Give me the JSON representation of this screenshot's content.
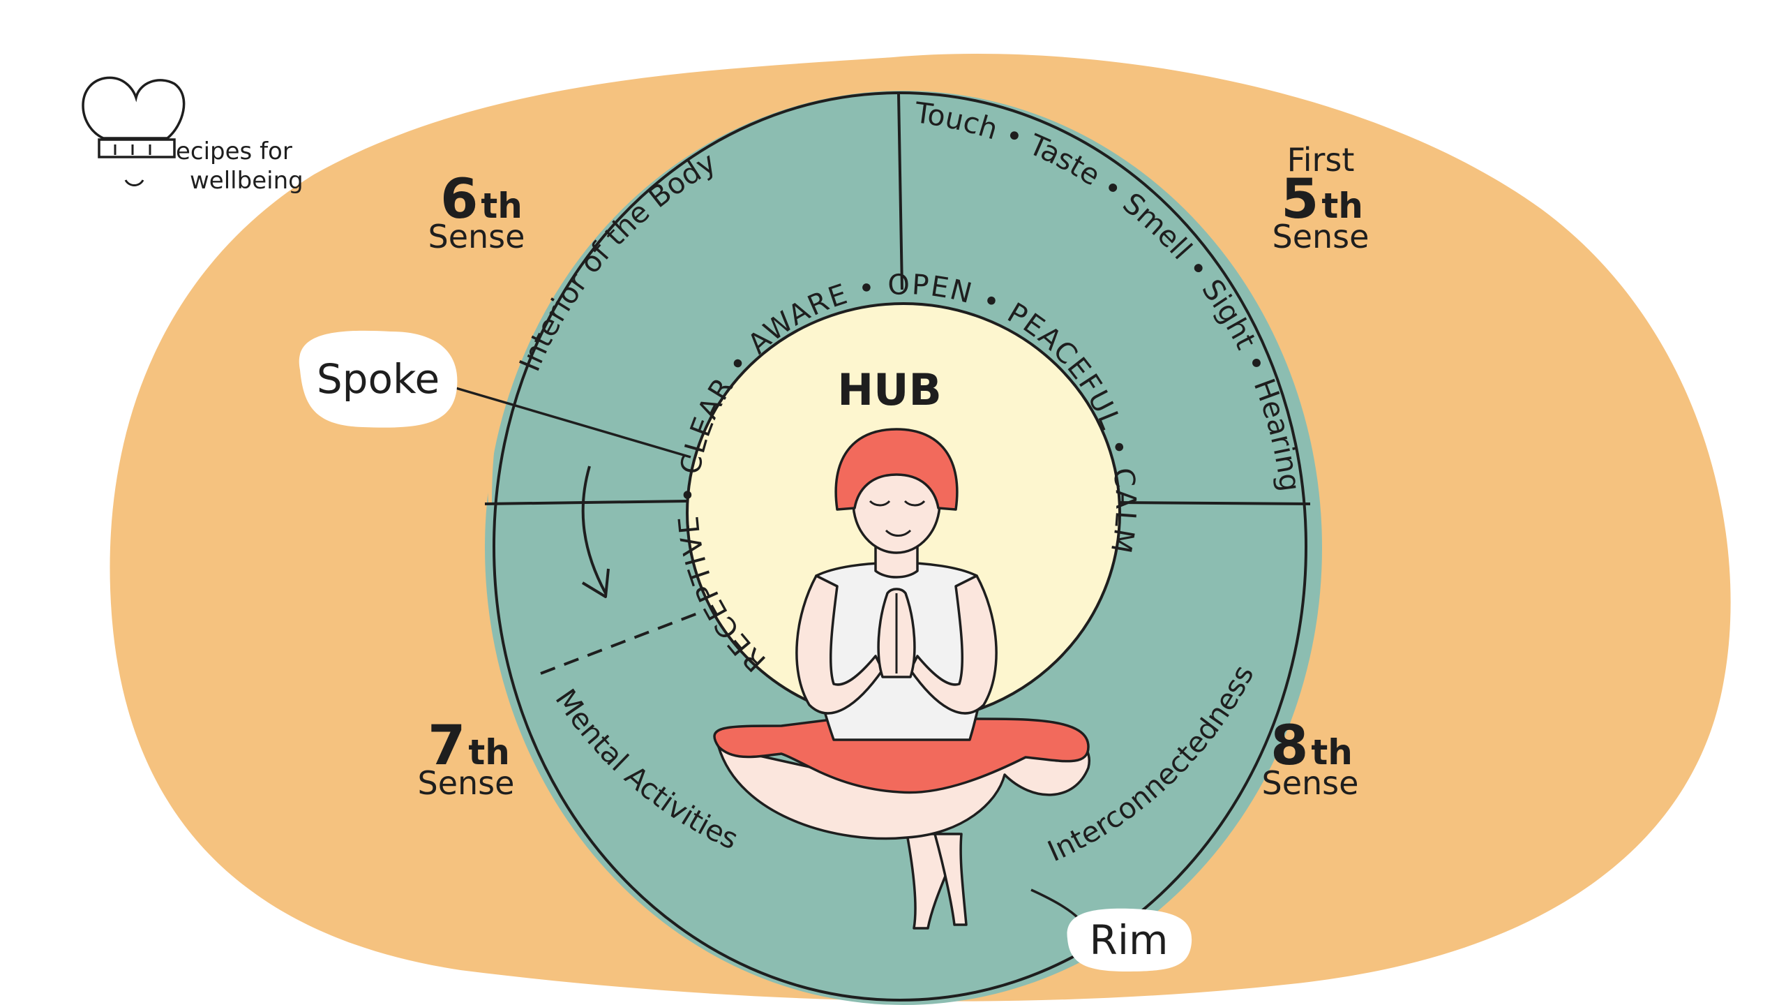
{
  "logo": {
    "line1": "ecipes for",
    "line2": "wellbeing"
  },
  "senses": {
    "sixth": {
      "number": "6",
      "suffix": "th",
      "word": "Sense"
    },
    "first5": {
      "prefix": "First",
      "number": "5",
      "suffix": "th",
      "word": "Sense"
    },
    "seventh": {
      "number": "7",
      "suffix": "th",
      "word": "Sense"
    },
    "eighth": {
      "number": "8",
      "suffix": "th",
      "word": "Sense"
    }
  },
  "rim_segments": {
    "interior": "Interior of the Body",
    "five_senses": "Touch • Taste • Smell • Sight • Hearing",
    "mental": "Mental Activities",
    "interconnected": "Interconnectedness"
  },
  "hub": {
    "title": "HUB",
    "qualities": "RECEPTIVE • CLEAR • AWARE • OPEN • PEACEFUL • CALM"
  },
  "callouts": {
    "spoke": "Spoke",
    "rim": "Rim"
  },
  "colors": {
    "background_blob": "#f5c27f",
    "wheel": "#8cbdb1",
    "hub": "#fdf6cf",
    "hair_and_shorts": "#f26a5c",
    "skin": "#fbe6dd",
    "shirt": "#f2f2f2",
    "ink": "#1e1e1e"
  }
}
